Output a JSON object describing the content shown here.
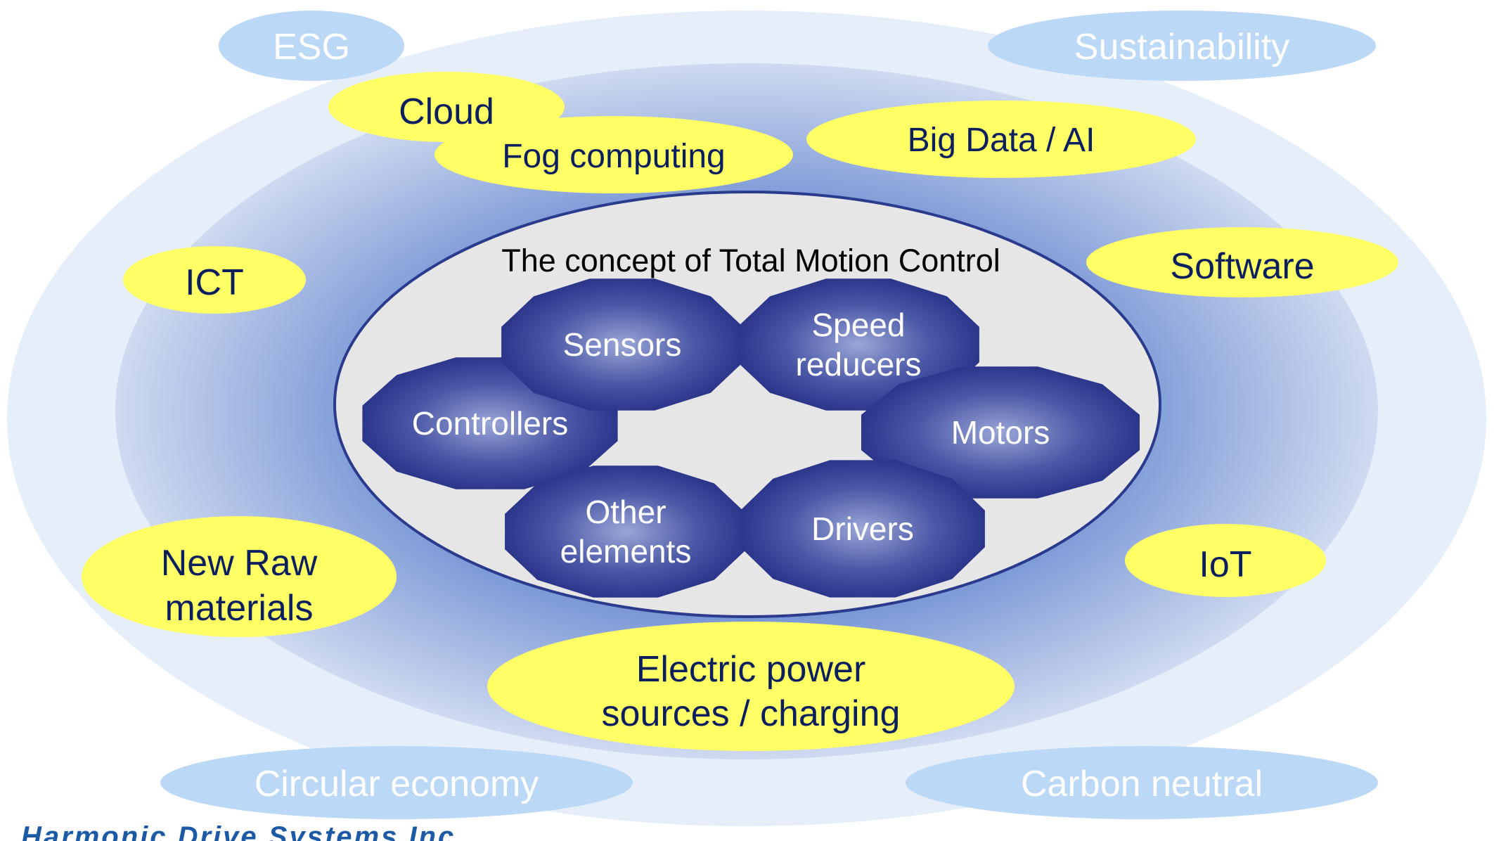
{
  "outer_labels": {
    "esg": "ESG",
    "sustainability": "Sustainability",
    "circular_economy": "Circular economy",
    "carbon_neutral": "Carbon neutral"
  },
  "technology_labels": {
    "cloud": "Cloud",
    "fog_computing": "Fog computing",
    "big_data_ai": "Big Data / AI",
    "ict": "ICT",
    "software": "Software",
    "new_raw_materials": [
      "New Raw",
      "materials"
    ],
    "iot": "IoT",
    "electric_power": [
      "Electric power",
      "sources / charging"
    ]
  },
  "core": {
    "title": "The concept of Total Motion Control",
    "elements": {
      "sensors": [
        "Sensors"
      ],
      "speed_reducers": [
        "Speed",
        "reducers"
      ],
      "controllers": [
        "Controllers"
      ],
      "motors": [
        "Motors"
      ],
      "other_elements": [
        "Other",
        "elements"
      ],
      "drivers": [
        "Drivers"
      ]
    }
  },
  "footer": {
    "logo_text": "Harmonic Drive Systems Inc."
  },
  "colors": {
    "outer_band": "#e6eef9",
    "mid_ring": "#7f9fd6",
    "core_fill": "#e6e6e6",
    "core_border": "#2a3a8c",
    "yellow": "#ffff66",
    "pale_blue": "#bcd8f7",
    "blob_dark": "#2d3a8e",
    "blob_light": "#8a98cf"
  }
}
